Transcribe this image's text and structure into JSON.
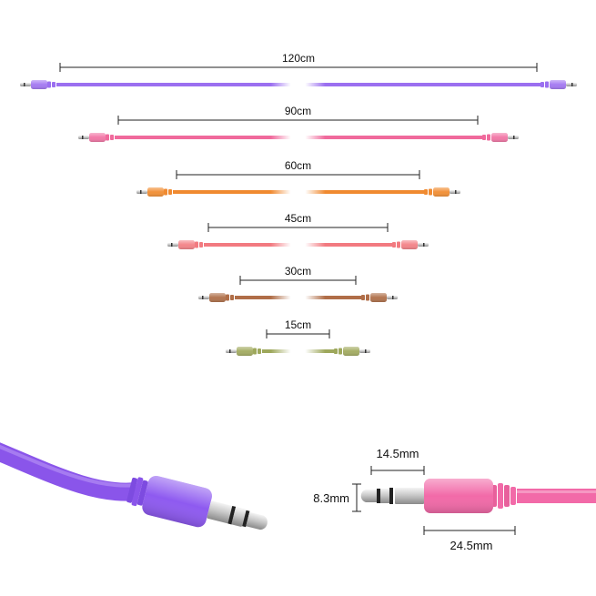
{
  "cables": [
    {
      "length_label": "120cm",
      "color": "#9b6ff0",
      "plug_color": "#a67cf2"
    },
    {
      "length_label": "90cm",
      "color": "#f06a9c",
      "plug_color": "#f27aa8"
    },
    {
      "length_label": "60cm",
      "color": "#f08a30",
      "plug_color": "#f2923a"
    },
    {
      "length_label": "45cm",
      "color": "#f27a80",
      "plug_color": "#f4868b"
    },
    {
      "length_label": "30cm",
      "color": "#b06e48",
      "plug_color": "#b27550"
    },
    {
      "length_label": "15cm",
      "color": "#9ea85c",
      "plug_color": "#a6ae66"
    }
  ],
  "detail": {
    "tip_length": "14.5mm",
    "plug_diameter": "8.3mm",
    "body_length": "24.5mm"
  },
  "colors": {
    "closeup_purple": "#8a55ea",
    "closeup_pink": "#f26aa8",
    "dimension_line": "#222222"
  }
}
